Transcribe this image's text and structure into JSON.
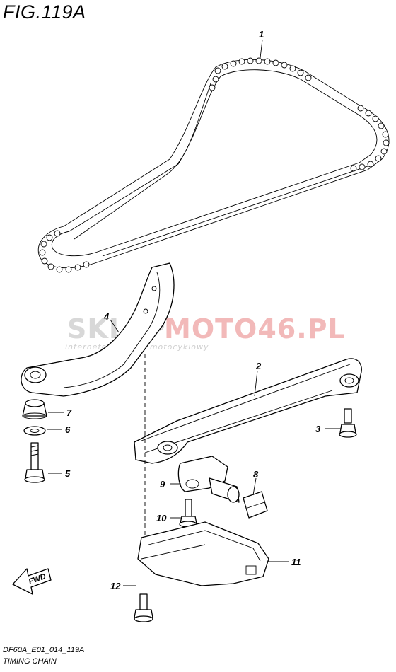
{
  "figure": {
    "title": "FIG.119A",
    "code": "DF60A_E01_014_119A",
    "name": "TIMING CHAIN"
  },
  "watermark": {
    "brand_left": "SKLEP",
    "brand_right": "MOTO46.PL",
    "subtitle": "internetowy sklep motocyklowy"
  },
  "fwd_indicator": {
    "label": "FWD"
  },
  "callouts": [
    "1",
    "2",
    "3",
    "4",
    "5",
    "6",
    "7",
    "8",
    "9",
    "10",
    "11",
    "12"
  ],
  "colors": {
    "line": "#000000",
    "watermark_grey": "#d8d8d8",
    "watermark_red": "#f2b9b9"
  }
}
